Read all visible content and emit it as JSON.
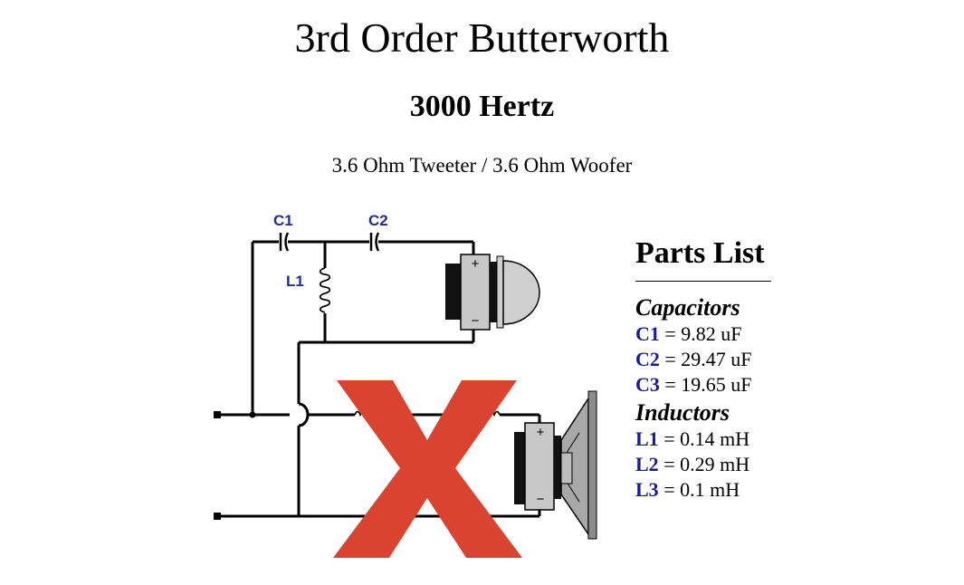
{
  "header": {
    "title": "3rd Order Butterworth",
    "frequency": "3000 Hertz",
    "impedance": "3.6 Ohm Tweeter / 3.6 Ohm Woofer"
  },
  "diagram": {
    "labels": {
      "c1": "C1",
      "c2": "C2",
      "l1": "L1"
    },
    "tweeter": {
      "plus": "+",
      "minus": "−"
    },
    "woofer": {
      "plus": "+",
      "minus": "−"
    },
    "colors": {
      "wire": "#000000",
      "label": "#1f2f9a",
      "cross_mark": "#d9432f",
      "magnet_gray": "#c8c8c8",
      "magnet_dark": "#111111",
      "dome": "#cfcfcf",
      "cone": "#a8a8a8"
    }
  },
  "parts_list": {
    "heading": "Parts List",
    "capacitors_heading": "Capacitors",
    "capacitors": [
      {
        "ref": "C1",
        "value": " = 9.82 uF"
      },
      {
        "ref": "C2",
        "value": " = 29.47 uF"
      },
      {
        "ref": "C3",
        "value": " = 19.65 uF"
      }
    ],
    "inductors_heading": "Inductors",
    "inductors": [
      {
        "ref": "L1",
        "value": " = 0.14 mH"
      },
      {
        "ref": "L2",
        "value": " = 0.29 mH"
      },
      {
        "ref": "L3",
        "value": " = 0.1 mH"
      }
    ]
  }
}
